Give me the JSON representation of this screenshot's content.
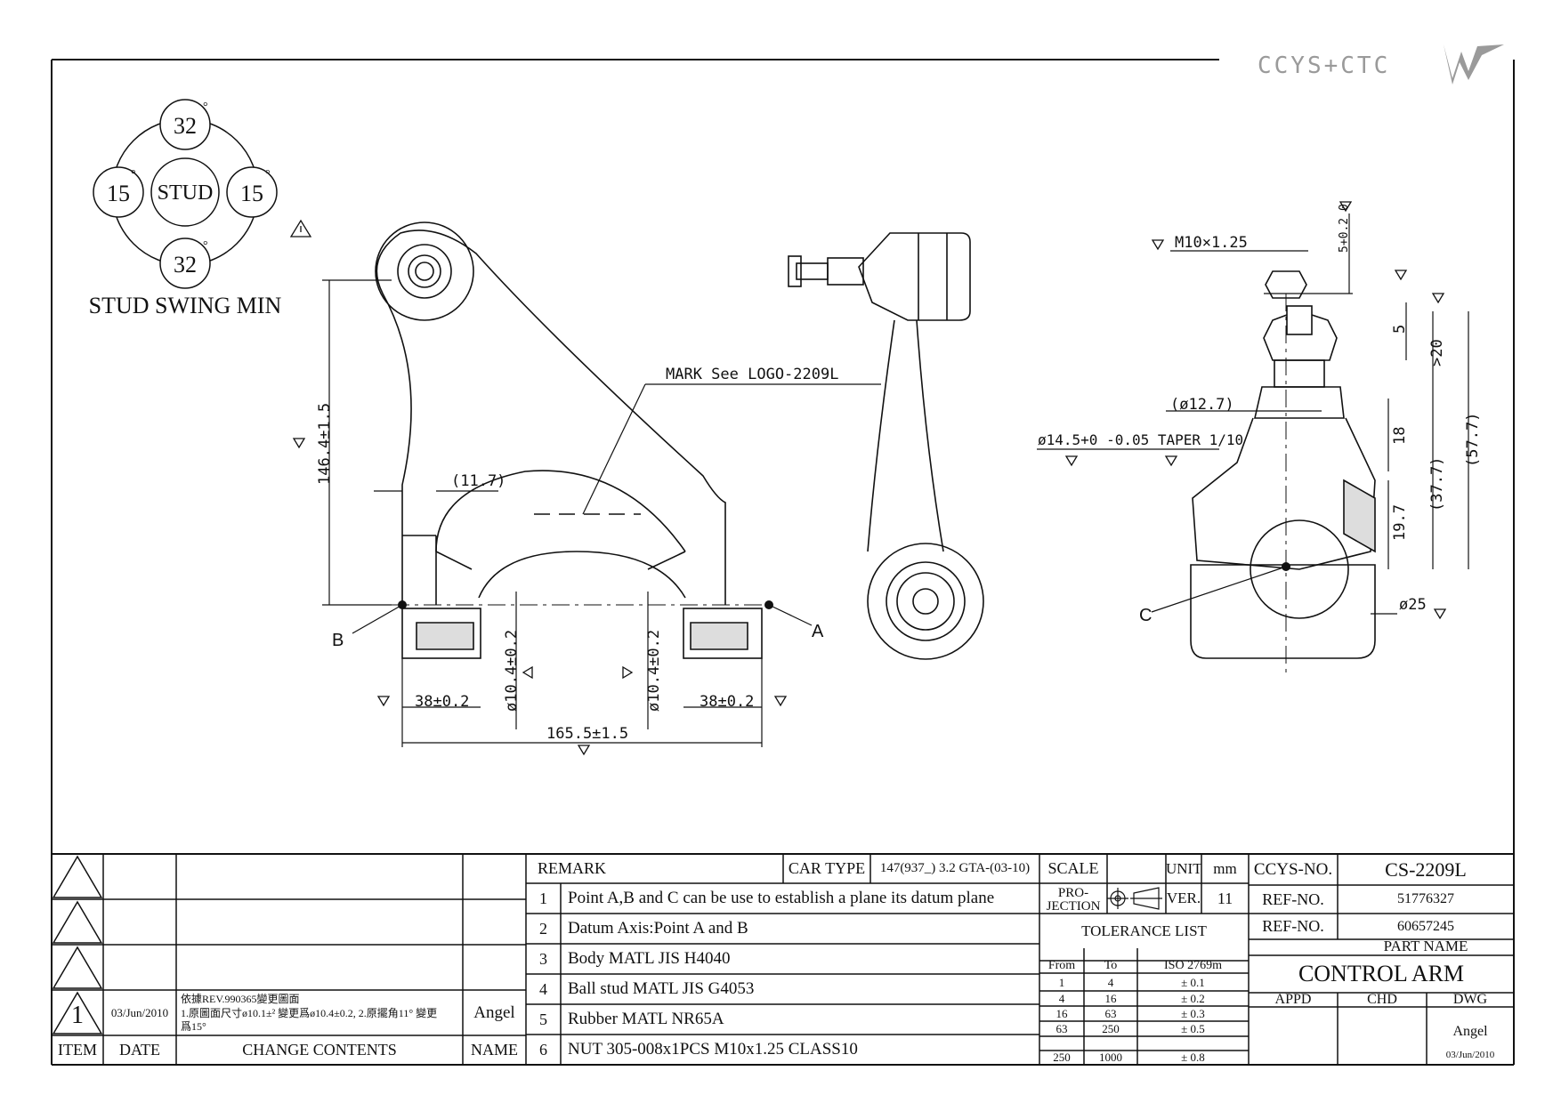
{
  "logo": {
    "text": "CCYS+CTC"
  },
  "stud_swing": {
    "title": "STUD SWING MIN",
    "center": "STUD",
    "top": "32",
    "bottom": "32",
    "left": "15",
    "right": "15",
    "degree_mark": "°"
  },
  "front_view": {
    "mark_label": "MARK See LOGO-2209L",
    "height_dim": "146.4±1.5",
    "offset_dim": "(11.7)",
    "left_bush_dim": "38±0.2",
    "right_bush_dim": "38±0.2",
    "bore_left": "ø10.4±0.2",
    "bore_right": "ø10.4±0.2",
    "overall_dim": "165.5±1.5",
    "point_a": "A",
    "point_b": "B"
  },
  "section_view": {
    "thread": "M10×1.25",
    "nut_tol": "5+0.2 0",
    "dim_5": "5",
    "dim_20": ">20",
    "dia_127": "(ø12.7)",
    "taper": "ø14.5+0 -0.05 TAPER 1/10",
    "dim_18": "18",
    "dim_197": "19.7",
    "dim_377": "(37.7)",
    "dim_577": "(57.7)",
    "dia_25": "ø25",
    "point_c": "C"
  },
  "revision_table": {
    "rows": [
      {
        "item": "",
        "date": "",
        "contents": "",
        "name": ""
      },
      {
        "item": "",
        "date": "",
        "contents": "",
        "name": ""
      },
      {
        "item": "",
        "date": "",
        "contents": "",
        "name": ""
      },
      {
        "item": "1",
        "date": "03/Jun/2010",
        "contents_line1": "依據REV.990365變更圖面",
        "contents_line2": "1.原圖面尺寸ø10.1±² 變更爲ø10.4±0.2, 2.原擺角11° 變更",
        "contents_line3": "爲15°",
        "name": "Angel"
      }
    ],
    "headers": {
      "item": "ITEM",
      "date": "DATE",
      "contents": "CHANGE CONTENTS",
      "name": "NAME"
    }
  },
  "remarks": {
    "title": "REMARK",
    "car_type_label": "CAR TYPE",
    "car_type": "147(937_) 3.2 GTA-(03-10)",
    "items": [
      {
        "no": "1",
        "text": "Point A,B and C can be use to establish a plane its datum plane"
      },
      {
        "no": "2",
        "text": "Datum Axis:Point A and B"
      },
      {
        "no": "3",
        "text": "Body MATL JIS H4040"
      },
      {
        "no": "4",
        "text": "Ball stud MATL JIS G4053"
      },
      {
        "no": "5",
        "text": "Rubber MATL NR65A"
      },
      {
        "no": "6",
        "text": "NUT 305-008x1PCS M10x1.25 CLASS10"
      }
    ]
  },
  "info": {
    "scale_label": "SCALE",
    "unit_label": "UNIT",
    "unit": "mm",
    "projection_label1": "PRO-",
    "projection_label2": "JECTION",
    "ver_label": "VER.",
    "ver": "11",
    "tolerance_title": "TOLERANCE LIST",
    "tol_headers": {
      "from": "From",
      "to": "To",
      "iso": "ISO 2769m"
    },
    "tolerances": [
      {
        "from": "1",
        "to": "4",
        "tol": "± 0.1"
      },
      {
        "from": "4",
        "to": "16",
        "tol": "± 0.2"
      },
      {
        "from": "16",
        "to": "63",
        "tol": "± 0.3"
      },
      {
        "from": "63",
        "to": "250",
        "tol": "± 0.5"
      },
      {
        "from": "250",
        "to": "1000",
        "tol": "± 0.8"
      }
    ],
    "ccys_no_label": "CCYS-NO.",
    "ccys_no": "CS-2209L",
    "ref1_label": "REF-NO.",
    "ref1": "51776327",
    "ref2_label": "REF-NO.",
    "ref2": "60657245",
    "part_name_label": "PART NAME",
    "part_name": "CONTROL ARM",
    "appd_label": "APPD",
    "chd_label": "CHD",
    "dwg_label": "DWG",
    "dwg_name": "Angel",
    "dwg_date": "03/Jun/2010"
  }
}
